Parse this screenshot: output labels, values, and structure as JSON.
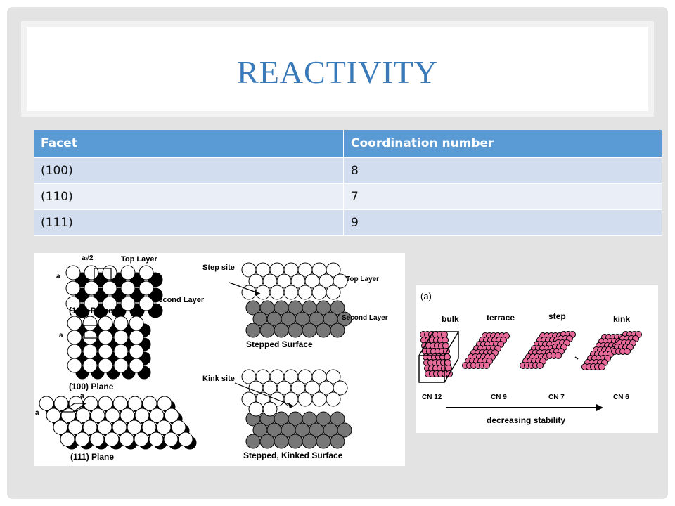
{
  "slide": {
    "title": "REACTIVITY"
  },
  "table": {
    "headers": [
      "Facet",
      "Coordination number"
    ],
    "rows": [
      {
        "facet": "(100)",
        "cn": "8"
      },
      {
        "facet": "(110)",
        "cn": "7"
      },
      {
        "facet": "(111)",
        "cn": "9"
      }
    ]
  },
  "figure_left": {
    "label_a_sqrt2": "a√2",
    "label_top_layer": "Top Layer",
    "label_a1": "a",
    "label_second_layer": "Second Layer",
    "label_110_plane": "(110) Plane",
    "label_a2": "a",
    "label_100_plane": "(100) Plane",
    "label_a3": "a",
    "label_a4": "a",
    "label_111_plane": "(111) Plane",
    "label_step_site": "Step site",
    "label_top_layer_2": "Top Layer",
    "label_second_layer_2": "Second Layer",
    "label_stepped_surface": "Stepped Surface",
    "label_kink_site": "Kink site",
    "label_stepped_kinked": "Stepped, Kinked Surface"
  },
  "figure_right": {
    "panel_label": "(a)",
    "label_bulk": "bulk",
    "label_terrace": "terrace",
    "label_step": "step",
    "label_kink": "kink",
    "cn_12": "CN 12",
    "cn_9": "CN 9",
    "cn_7": "CN 7",
    "cn_6": "CN 6",
    "arrow_caption": "decreasing stability"
  }
}
